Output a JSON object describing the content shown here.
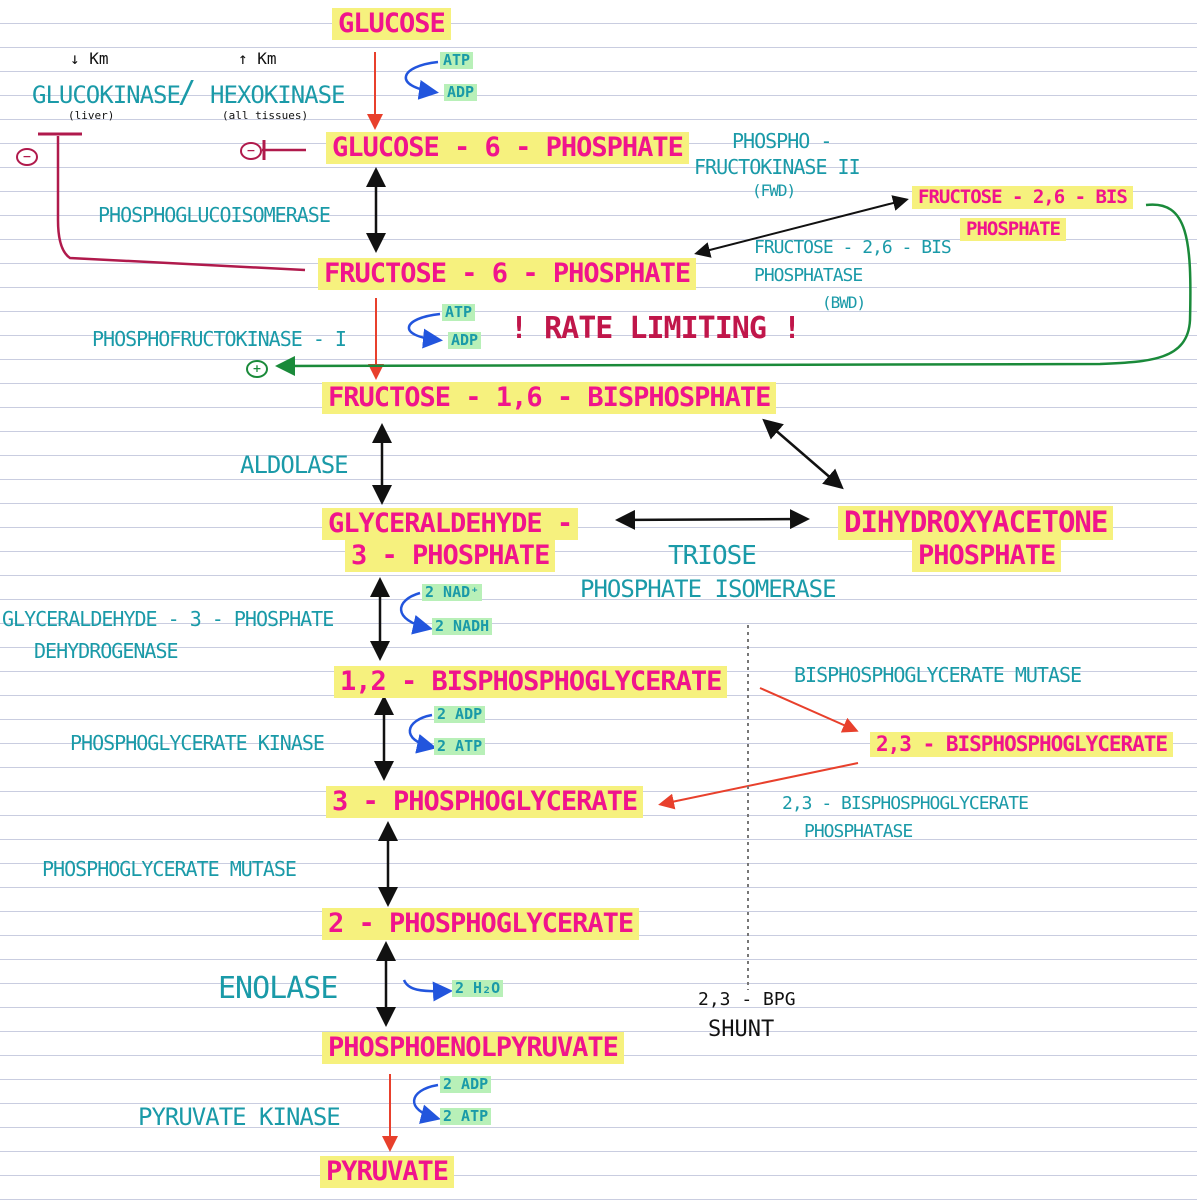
{
  "metabolites": {
    "glucose": "GLUCOSE",
    "g6p": "GLUCOSE - 6 - PHOSPHATE",
    "f6p": "FRUCTOSE - 6 - PHOSPHATE",
    "f16bp": "FRUCTOSE - 1,6 - BISPHOSPHATE",
    "g3p_line1": "GLYCERALDEHYDE -",
    "g3p_line2": "3 - PHOSPHATE",
    "dhap_line1": "DIHYDROXYACETONE",
    "dhap_line2": "PHOSPHATE",
    "bpg13": "1,2 - BISPHOSPHOGLYCERATE",
    "pg3": "3 - PHOSPHOGLYCERATE",
    "pg2": "2 - PHOSPHOGLYCERATE",
    "pep": "PHOSPHOENOLPYRUVATE",
    "pyruvate": "PYRUVATE",
    "f26bp_line1": "FRUCTOSE - 2,6 - BIS",
    "f26bp_line2": "PHOSPHATE",
    "bpg23": "2,3 - BISPHOSPHOGLYCERATE"
  },
  "enzymes": {
    "glucokinase": "GLUCOKINASE",
    "slash": "/",
    "hexokinase": "HEXOKINASE",
    "km_low": "↓ Km",
    "km_high": "↑ Km",
    "liver": "(liver)",
    "all_tissues": "(all tissues)",
    "phosphoglucoisomerase": "PHOSPHOGLUCOISOMERASE",
    "pfk2_line1": "PHOSPHO -",
    "pfk2_line2": "FRUCTOKINASE II",
    "pfk2_line3": "(FWD)",
    "f26bpase_line1": "FRUCTOSE - 2,6 - BIS",
    "f26bpase_line2": "PHOSPHATASE",
    "f26bpase_line3": "(BWD)",
    "pfk1": "PHOSPHOFRUCTOKINASE - I",
    "aldolase": "ALDOLASE",
    "triose_line1": "TRIOSE",
    "triose_line2": "PHOSPHATE ISOMERASE",
    "g3pdh_line1": "GLYCERALDEHYDE - 3 - PHOSPHATE",
    "g3pdh_line2": "DEHYDROGENASE",
    "bpg_mutase": "BISPHOSPHOGLYCERATE MUTASE",
    "pgk": "PHOSPHOGLYCERATE KINASE",
    "bpg_phosphatase_line1": "2,3 - BISPHOSPHOGLYCERATE",
    "bpg_phosphatase_line2": "PHOSPHATASE",
    "pgm": "PHOSPHOGLYCERATE MUTASE",
    "enolase": "ENOLASE",
    "pyruvate_kinase": "PYRUVATE KINASE"
  },
  "cofactors": {
    "atp1": "ATP",
    "adp1": "ADP",
    "atp2": "ATP",
    "adp2": "ADP",
    "nad": "2 NAD⁺",
    "nadh": "2 NADH",
    "adp3": "2 ADP",
    "atp3": "2 ATP",
    "h2o": "2 H₂O",
    "adp4": "2 ADP",
    "atp4": "2 ATP"
  },
  "notes": {
    "rate_limiting": "! RATE LIMITING !",
    "shunt_line1": "2,3 - BPG",
    "shunt_line2": "SHUNT",
    "minus": "−",
    "plus": "+"
  },
  "colors": {
    "metabolite": "#f0148c",
    "highlight": "#f6f17e",
    "enzyme": "#1a9aa8",
    "cofactor_bg": "#b8f0b8",
    "forward_arrow": "#e8402c",
    "cofactor_arrow": "#2255dd",
    "inhibition": "#b01a4c",
    "activation": "#1a8a3a"
  }
}
